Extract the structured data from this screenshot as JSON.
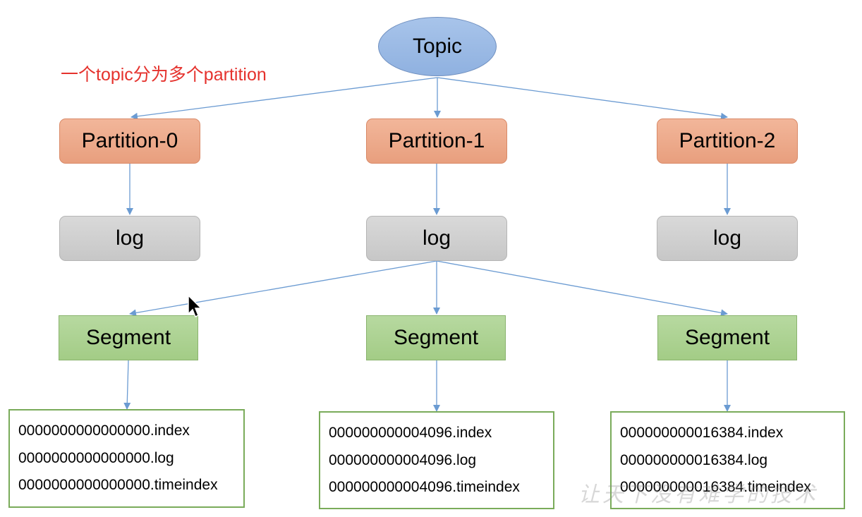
{
  "annotation": "一个topic分为多个partition",
  "topic": {
    "label": "Topic"
  },
  "partitions": [
    {
      "label": "Partition-0",
      "log": "log",
      "segment": "Segment",
      "files": [
        "0000000000000000.index",
        "0000000000000000.log",
        "0000000000000000.timeindex"
      ]
    },
    {
      "label": "Partition-1",
      "log": "log",
      "segment": "Segment",
      "files": [
        "000000000004096.index",
        "000000000004096.log",
        "000000000004096.timeindex"
      ]
    },
    {
      "label": "Partition-2",
      "log": "log",
      "segment": "Segment",
      "files": [
        "000000000016384.index",
        "000000000016384.log",
        "000000000016384.timeindex"
      ]
    }
  ],
  "watermark": "让天下没有难学的技术",
  "colors": {
    "arrow": "#6b9bd2",
    "annotation": "#e5322d",
    "topic": "#9bbbe6",
    "partition": "#eda888",
    "log": "#cfcfcf",
    "segment": "#abd190",
    "file_border": "#7aab5a"
  }
}
